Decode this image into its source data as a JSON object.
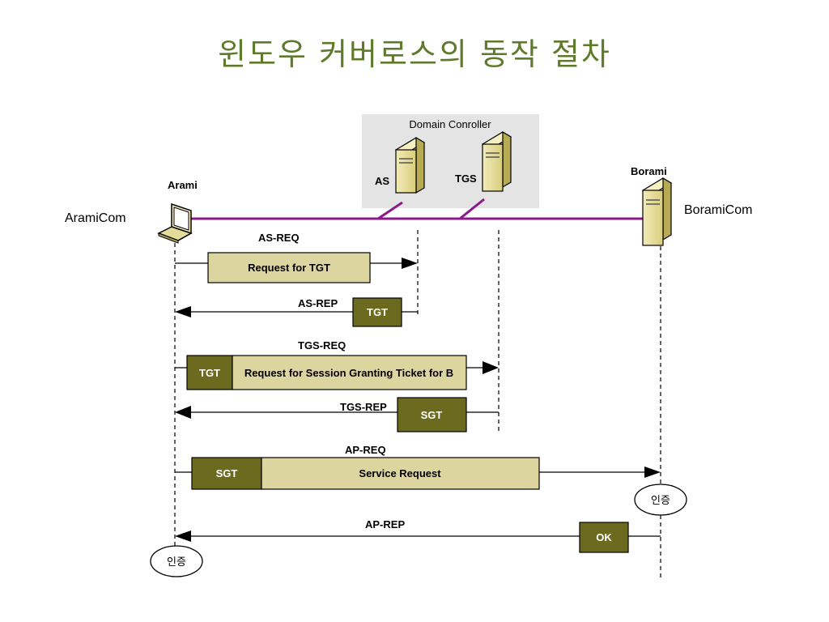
{
  "title": "윈도우 커버로스의 동작 절차",
  "nodes": {
    "arami_label": "Arami",
    "arami_com": "AramiCom",
    "borami_label": "Borami",
    "borami_com": "BoramiCom",
    "domain_controller": "Domain Conroller",
    "as": "AS",
    "tgs": "TGS"
  },
  "messages": {
    "as_req": {
      "label": "AS-REQ",
      "body": "Request for TGT"
    },
    "as_rep": {
      "label": "AS-REP",
      "token": "TGT"
    },
    "tgs_req": {
      "label": "TGS-REQ",
      "token": "TGT",
      "body": "Request for Session Granting Ticket for B"
    },
    "tgs_rep": {
      "label": "TGS-REP",
      "token": "SGT"
    },
    "ap_req": {
      "label": "AP-REQ",
      "token": "SGT",
      "body": "Service Request"
    },
    "ap_rep": {
      "label": "AP-REP",
      "token": "OK"
    }
  },
  "auth": {
    "borami": "인증",
    "arami": "인증"
  },
  "colors": {
    "title": "#5e7a2a",
    "network_line": "#8b1a8b",
    "dark_box": "#6b6a1e",
    "light_box": "#ddd5a0",
    "server": "#e6dc9a",
    "dc_background": "#e4e4e4"
  }
}
